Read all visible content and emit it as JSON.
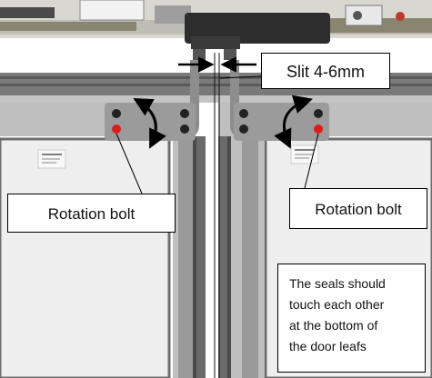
{
  "labels": {
    "slit": "Slit 4-6mm",
    "rotation_bolt_left": "Rotation bolt",
    "rotation_bolt_right": "Rotation bolt",
    "seals_note": [
      "The seals should",
      "touch each other",
      "at the bottom of",
      "the door leafs"
    ]
  },
  "colors": {
    "bolt_marker": "#e11b1b",
    "bracket": "#9b9b9b",
    "door_panel": "#eeeeee",
    "frame": "#6e6e6e",
    "track": "#7a7a7a"
  }
}
